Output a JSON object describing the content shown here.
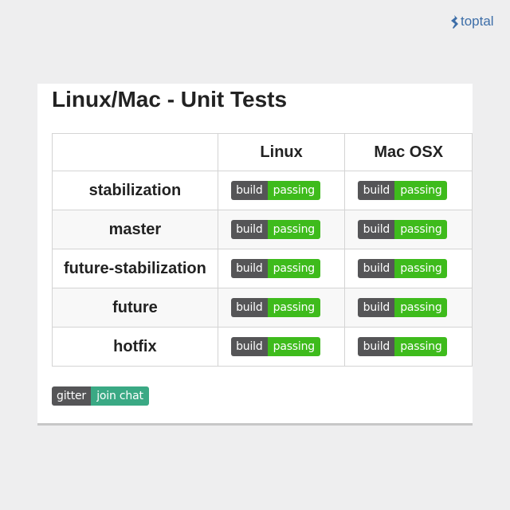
{
  "brand": {
    "name": "toptal"
  },
  "page": {
    "title": "Linux/Mac - Unit Tests"
  },
  "table": {
    "headers": [
      "",
      "Linux",
      "Mac OSX"
    ],
    "rows": [
      {
        "branch": "stabilization",
        "linux": {
          "label": "build",
          "status": "passing"
        },
        "mac": {
          "label": "build",
          "status": "passing"
        }
      },
      {
        "branch": "master",
        "linux": {
          "label": "build",
          "status": "passing"
        },
        "mac": {
          "label": "build",
          "status": "passing"
        }
      },
      {
        "branch": "future-stabilization",
        "linux": {
          "label": "build",
          "status": "passing"
        },
        "mac": {
          "label": "build",
          "status": "passing"
        }
      },
      {
        "branch": "future",
        "linux": {
          "label": "build",
          "status": "passing"
        },
        "mac": {
          "label": "build",
          "status": "passing"
        }
      },
      {
        "branch": "hotfix",
        "linux": {
          "label": "build",
          "status": "passing"
        },
        "mac": {
          "label": "build",
          "status": "passing"
        }
      }
    ]
  },
  "gitter": {
    "label": "gitter",
    "action": "join chat"
  },
  "colors": {
    "badge_dark": "#555557",
    "passing": "#3ebb1c",
    "join_chat": "#3aa984",
    "brand": "#3d6ea8"
  }
}
